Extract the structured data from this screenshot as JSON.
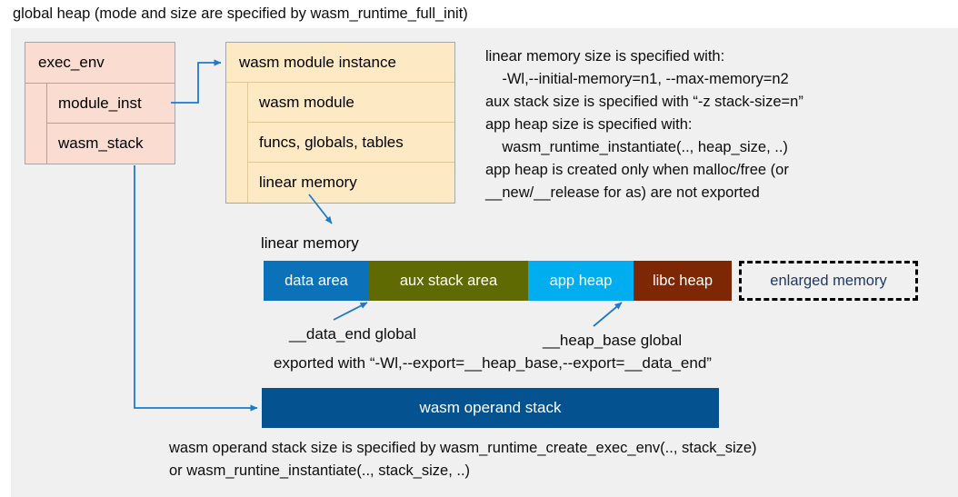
{
  "title": "global heap (mode and size are specified by wasm_runtime_full_init)",
  "colors": {
    "panel_bg": "#f0f0f0",
    "exec_env_fill": "#fadcd1",
    "module_inst_fill": "#fdeac4",
    "arrow": "#1f7ac4",
    "data_area": "#0b72b9",
    "aux_stack_area": "#5f6b02",
    "app_heap": "#00aeef",
    "libc_heap": "#7e2704",
    "enlarged_memory_text": "#1f3864",
    "operand_stack": "#055291"
  },
  "exec_env": {
    "header": "exec_env",
    "fields": [
      {
        "label": "module_inst"
      },
      {
        "label": "wasm_stack"
      }
    ]
  },
  "module_instance": {
    "header": "wasm module instance",
    "fields": [
      {
        "label": "wasm module"
      },
      {
        "label": "funcs, globals, tables"
      },
      {
        "label": "linear memory"
      }
    ]
  },
  "notes": {
    "right_block": "linear memory size is specified with:\n    -Wl,--initial-memory=n1, --max-memory=n2\naux stack size is specified with “-z stack-size=n”\napp heap size is specified with:\n    wasm_runtime_instantiate(.., heap_size, ..)\napp heap is created only when malloc/free (or\n__new/__release for as) are not exported",
    "bottom_block": "wasm operand stack size is specified by wasm_runtime_create_exec_env(.., stack_size)\nor wasm_runtine_instantiate(.., stack_size, ..)"
  },
  "linear_memory": {
    "label": "linear memory",
    "segments": [
      {
        "name": "data area",
        "color": "#0b72b9"
      },
      {
        "name": "aux stack area",
        "color": "#5f6b02"
      },
      {
        "name": "app heap",
        "color": "#00aeef"
      },
      {
        "name": "libc heap",
        "color": "#7e2704"
      },
      {
        "name": "enlarged memory",
        "color": "#f0f0f0"
      }
    ]
  },
  "callouts": {
    "data_end": "__data_end global",
    "heap_base": "__heap_base global",
    "export_note": "exported with “-Wl,--export=__heap_base,--export=__data_end”"
  },
  "operand_stack": {
    "label": "wasm operand stack"
  }
}
